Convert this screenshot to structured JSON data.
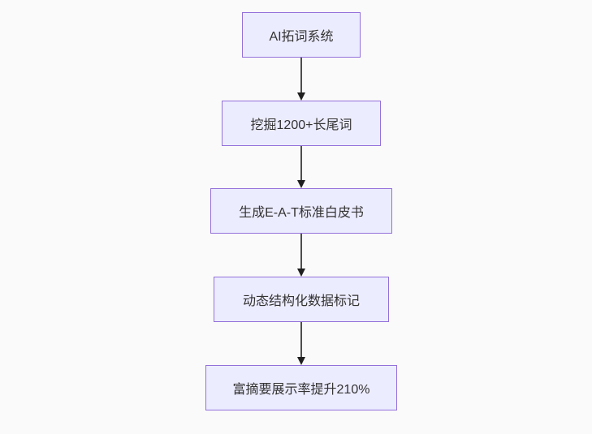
{
  "diagram": {
    "type": "flowchart-top-down",
    "colors": {
      "background": "#fafafa",
      "node_fill": "#ececff",
      "node_border": "#9370db",
      "node_text": "#333333",
      "arrow": "#333333"
    },
    "nodes": [
      {
        "id": "A",
        "label": "AI拓词系统"
      },
      {
        "id": "B",
        "label": "挖掘1200+长尾词"
      },
      {
        "id": "C",
        "label": "生成E-A-T标准白皮书"
      },
      {
        "id": "D",
        "label": "动态结构化数据标记"
      },
      {
        "id": "E",
        "label": "富摘要展示率提升210%"
      }
    ],
    "edges": [
      {
        "from": "A",
        "to": "B"
      },
      {
        "from": "B",
        "to": "C"
      },
      {
        "from": "C",
        "to": "D"
      },
      {
        "from": "D",
        "to": "E"
      }
    ]
  }
}
